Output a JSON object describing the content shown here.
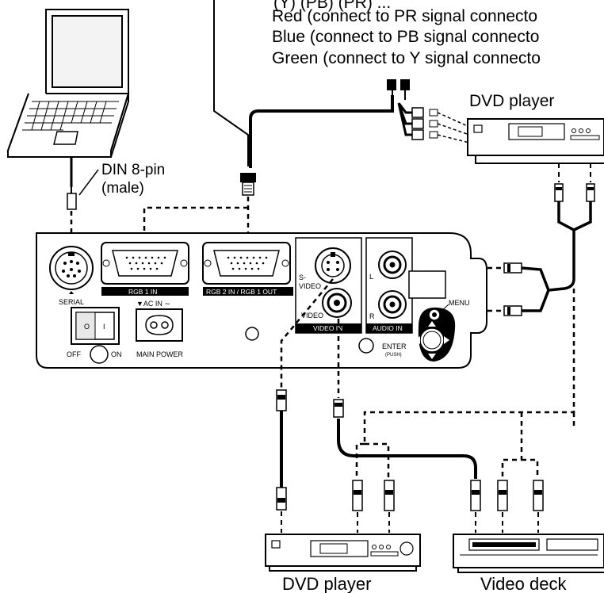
{
  "top_text": {
    "line0": "(Y) (PB) (PR) ...",
    "line1": "Red (connect to PR signal connecto",
    "line2": "Blue (connect to PB signal connecto",
    "line3": "Green (connect to Y signal connecto"
  },
  "labels": {
    "din_line1": "DIN 8-pin",
    "din_line2": "(male)",
    "dvd_top": "DVD player",
    "dvd_bottom": "DVD player",
    "video_deck": "Video deck"
  },
  "panel": {
    "serial": "SERIAL",
    "rgb1_in": "RGB 1 IN",
    "rgb2_in_out": "RGB 2 IN / RGB 1 OUT",
    "ac_in": "▼AC IN ∼",
    "main_power": "MAIN POWER",
    "off": "OFF",
    "on": "ON",
    "s_video_1": "S-",
    "s_video_2": "VIDEO",
    "video": "VIDEO",
    "video_in": "VIDEO IN",
    "audio_in": "AUDIO IN",
    "l": "L",
    "r": "R",
    "menu": "MENU",
    "enter": "ENTER",
    "push": "(PUSH)",
    "switch_o": "O",
    "switch_i": "I"
  }
}
